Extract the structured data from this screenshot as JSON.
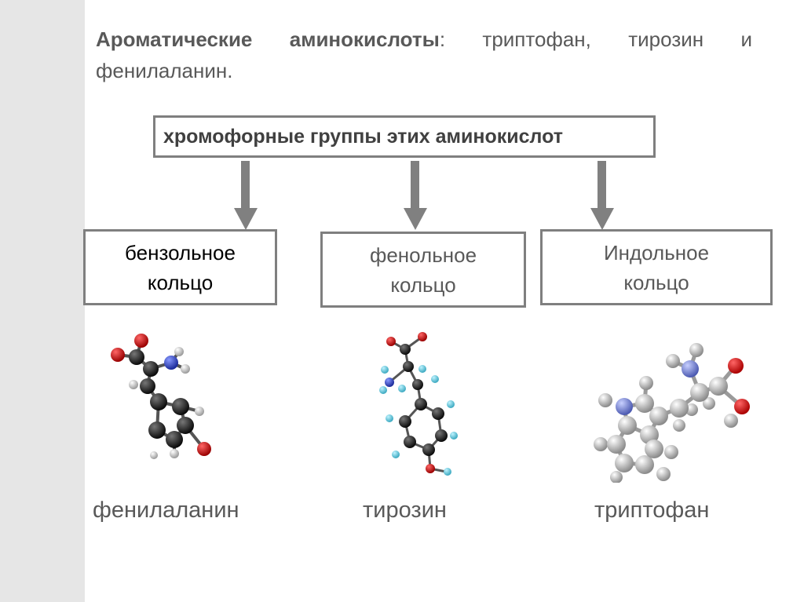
{
  "intro": {
    "bold": "Ароматические аминокислоты",
    "rest": ": триптофан, тирозин и фенилаланин."
  },
  "top_box": "хромофорные группы этих аминокислот",
  "groups": [
    {
      "line1": "бензольное",
      "line2": "кольцо"
    },
    {
      "line1": "фенольное",
      "line2": "кольцо"
    },
    {
      "line1": "Индольное",
      "line2": "кольцо"
    }
  ],
  "captions": [
    "фенилаланин",
    "тирозин",
    "триптофан"
  ],
  "colors": {
    "sidebar": "#e6e6e6",
    "box_border": "#7f7f7f",
    "arrow": "#808080",
    "text_gray": "#595959",
    "carbon_black": "#1a1a1a",
    "carbon_gray": "#c8c8c8",
    "oxygen": "#cc0000",
    "nitrogen": "#3355cc",
    "hydrogen_white": "#e0e0e0",
    "hydrogen_cyan": "#66ccdd"
  },
  "icons": [
    "phenylalanine-model",
    "tyrosine-model",
    "tryptophan-model"
  ]
}
